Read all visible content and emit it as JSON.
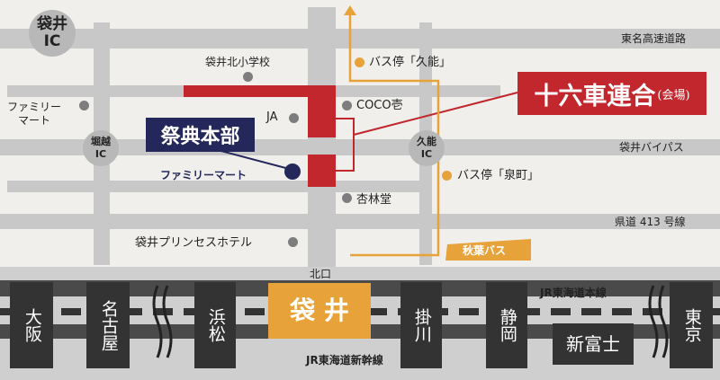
{
  "interchanges": {
    "fukuroi": "袋井\nIC",
    "horikoshi": "堀越\nIC",
    "kunou": "久能\nIC"
  },
  "roads": {
    "tomei": "東名高速道路",
    "bypass": "袋井バイパス",
    "route413": "県道 413 号線"
  },
  "landmarks": {
    "school": "袋井北小学校",
    "familymart_left": "ファミリー\nマート",
    "ja": "JA",
    "coco": "COCO壱",
    "kyorindo": "杏林堂",
    "hotel": "袋井プリンセスホテル",
    "familymart_hq": "ファミリーマート",
    "kitaguchi": "北口"
  },
  "bus": {
    "stop_kunou": "バス停「久能」",
    "stop_izumi": "バス停「泉町」",
    "route": "秋葉バス"
  },
  "venue": {
    "title": "十六車連合",
    "sub": "(会場)"
  },
  "hq": {
    "title": "祭典本部"
  },
  "rail": {
    "tokaido": "JR東海道本線",
    "shinkansen": "JR東海道新幹線",
    "stations": [
      "大阪",
      "名古屋",
      "浜松",
      "袋 井",
      "掛川",
      "静岡",
      "新富士",
      "東京"
    ]
  },
  "colors": {
    "red": "#c1272d",
    "navy": "#24275a",
    "orange": "#e7a23a",
    "road": "#c8c8c8",
    "station": "#333333"
  }
}
